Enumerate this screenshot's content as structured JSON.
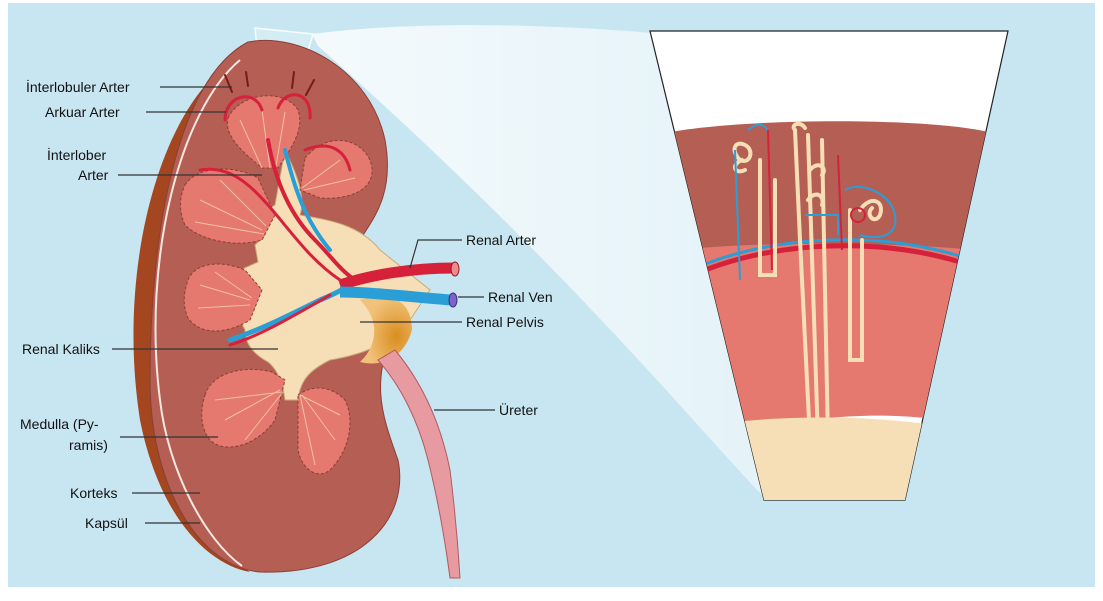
{
  "diagram": {
    "labels": {
      "interlobuler_arter": "İnterlobuler Arter",
      "arkuar_arter": "Arkuar Arter",
      "interlober_arter_line1": "İnterlober",
      "interlober_arter_line2": "Arter",
      "renal_arter": "Renal Arter",
      "renal_ven": "Renal Ven",
      "renal_pelvis": "Renal Pelvis",
      "renal_kaliks": "Renal Kaliks",
      "ureter": "Üreter",
      "medulla_line1": "Medulla (Py-",
      "medulla_line2": "ramis)",
      "korteks": "Korteks",
      "kapsul": "Kapsül"
    },
    "colors": {
      "background": "#c8e6f1",
      "capsule": "#a4461f",
      "cortex": "#b55e54",
      "pyramid": "#e5786f",
      "pelvis": "#f6dfb6",
      "artery": "#d6213b",
      "vein": "#2a9ed6",
      "ureter": "#e79aa0",
      "leader_line": "#333333"
    }
  }
}
